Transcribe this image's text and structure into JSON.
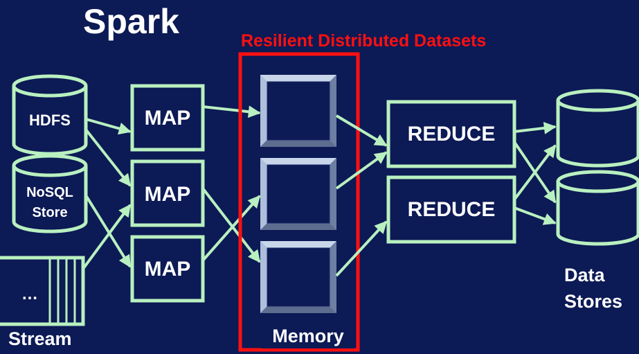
{
  "title": "Spark",
  "rdd_label": "Resilient Distributed Datasets",
  "sources": {
    "hdfs": "HDFS",
    "nosql_line1": "NoSQL",
    "nosql_line2": "Store",
    "stream_ellipsis": "…",
    "stream_label": "Stream"
  },
  "map_nodes": [
    "MAP",
    "MAP",
    "MAP"
  ],
  "reduce_nodes": [
    "REDUCE",
    "REDUCE"
  ],
  "memory_label": "Memory",
  "data_stores_line1": "Data",
  "data_stores_line2": "Stores",
  "colors": {
    "background": "#0c1a55",
    "stroke": "#b9f0c0",
    "highlight": "#ff1010",
    "text": "#ffffff"
  }
}
